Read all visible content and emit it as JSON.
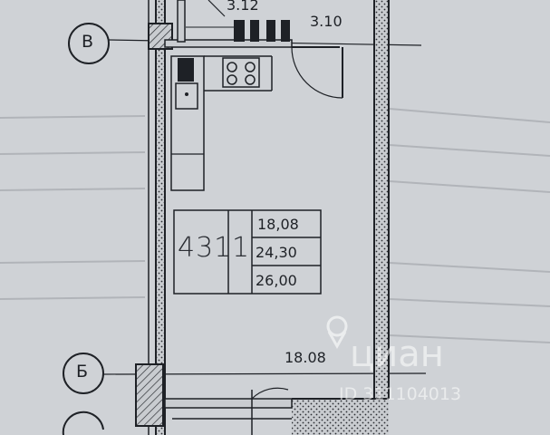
{
  "plan": {
    "axis_v": "В",
    "axis_b": "Б",
    "dim_top_left": "3.12",
    "dim_top_right": "3.10",
    "dim_bottom": "18.08",
    "apartment_number": "431",
    "room_count": "1",
    "area_living": "18,08",
    "area_total": "24,30",
    "area_with_balcony": "26,00"
  },
  "watermark": {
    "brand": "циан",
    "id": "ID 311104013"
  },
  "colors": {
    "paper": "#cfd2d6",
    "ink": "#1e2126"
  }
}
